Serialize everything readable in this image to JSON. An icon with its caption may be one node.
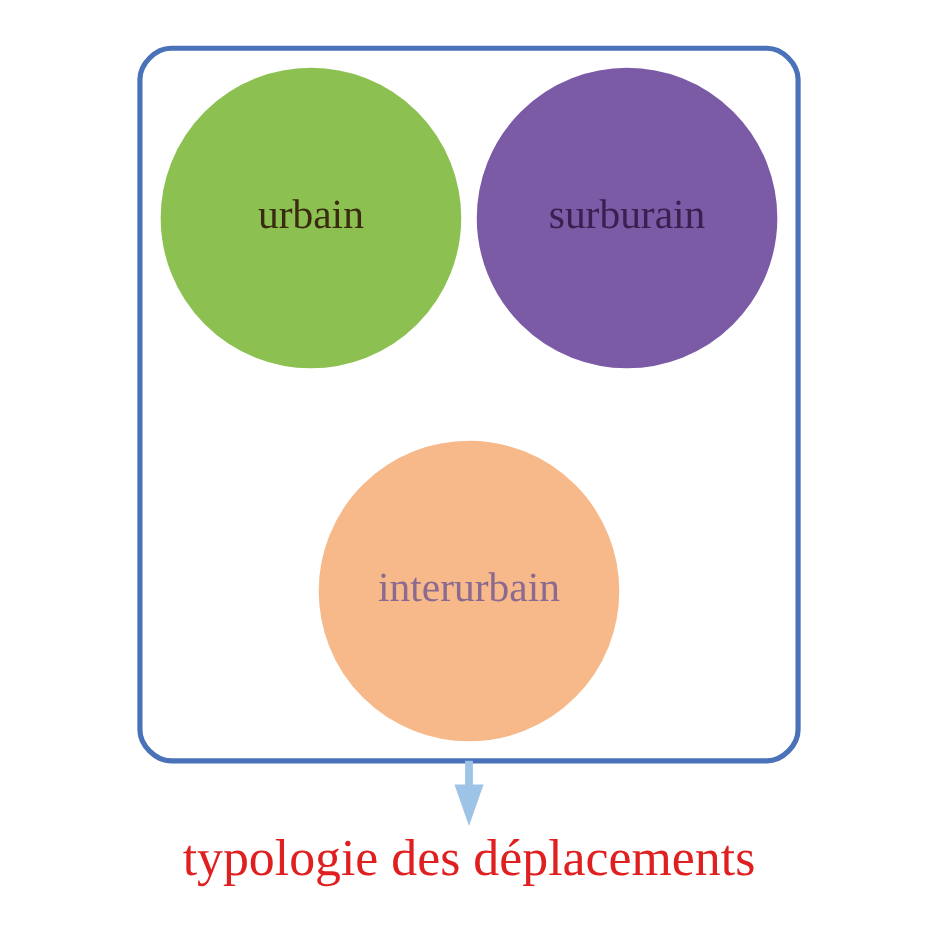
{
  "diagram": {
    "nodes": [
      {
        "text": [],
        "shape": "funnel"
      },
      {
        "text": [
          "surburain"
        ],
        "in": 0
      },
      {
        "text": [
          "urbain"
        ],
        "in": 0
      },
      {
        "text": [
          "interurbain"
        ],
        "in": 0
      },
      {
        "text": [
          "typologie des déplacements"
        ]
      }
    ],
    "edges": [
      {
        "from": 0,
        "to": 4,
        "arrow": "to"
      }
    ]
  }
}
